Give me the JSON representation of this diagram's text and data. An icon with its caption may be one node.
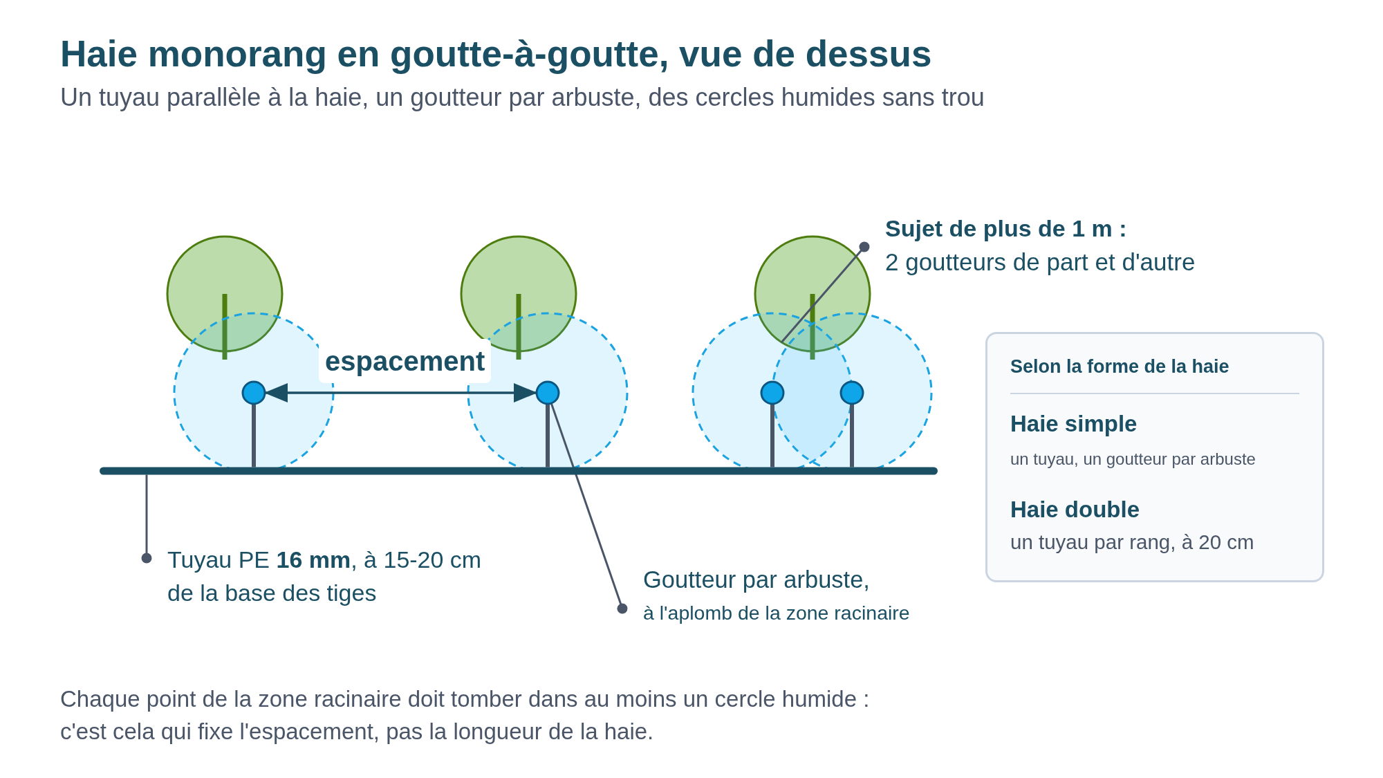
{
  "diagram": {
    "title": "Haie monorang en goutte-à-goutte, vue de dessus",
    "nodes": [
      {
        "text": [
          "Sujet de plus de 1 m :",
          "2 goutteurs de part et d'autre"
        ]
      },
      {
        "text": [],
        "shape": "circle"
      },
      {
        "text": [],
        "shape": "circle"
      },
      {
        "text": [],
        "shape": "circle"
      },
      {
        "text": [],
        "shape": "circle"
      },
      {
        "text": [],
        "shape": "circle"
      },
      {
        "text": [],
        "shape": "circle"
      },
      {
        "text": [],
        "shape": "circle"
      },
      {
        "text": [],
        "shape": "bar"
      },
      {
        "text": [
          "Tuyau PE **16 mm**, à 15-20 cm de la base des tiges"
        ]
      },
      {
        "text": [
          "Goutteur par arbuste,",
          "à l'aplomb de la zone racinaire"
        ]
      },
      {
        "text": [
          "Selon la forme de la haie",
          "Haie simple",
          "un tuyau, un goutteur par arbuste",
          "Haie double",
          "un tuyau par rang, à 20 cm"
        ]
      }
    ],
    "edges": [
      {
        "from": 9,
        "to": 8,
        "arrow": "other"
      },
      {
        "from": 10,
        "to": 5,
        "arrow": "other"
      },
      {
        "from": 0,
        "to": 3,
        "arrow": "other"
      },
      {
        "from": 8,
        "to": 4,
        "arrow": "none"
      },
      {
        "from": 8,
        "to": 5,
        "arrow": "none"
      },
      {
        "from": 8,
        "to": 6,
        "arrow": "none"
      },
      {
        "from": 8,
        "to": 7,
        "arrow": "none"
      },
      {
        "from": 4,
        "to": 5,
        "arrow": "both",
        "label": "espacement",
        "color": "#1b4f63"
      }
    ],
    "labels": [
      "Un tuyau parallèle à la haie, un goutteur par arbuste, des cercles humides sans trou"
    ],
    "caption": "Chaque point de la zone racinaire doit tomber dans au moins un cercle humide : c'est cela qui fixe l'espacement, pas la longueur de la haie."
  }
}
